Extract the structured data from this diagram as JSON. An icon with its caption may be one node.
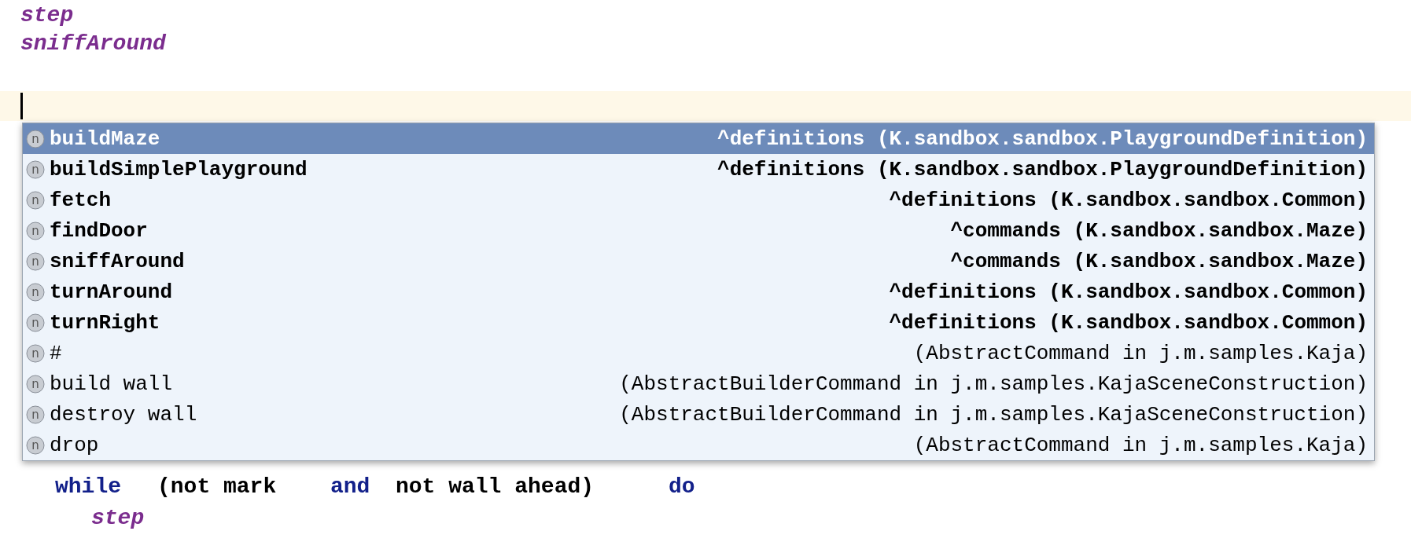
{
  "diagram": {
    "labels": [
      "step",
      "sniffAround",
      "n",
      "buildMaze",
      "^definitions (K.sandbox.sandbox.PlaygroundDefinition)",
      "n",
      "buildSimplePlayground",
      "^definitions (K.sandbox.sandbox.PlaygroundDefinition)",
      "n",
      "fetch",
      "^definitions (K.sandbox.sandbox.Common)",
      "n",
      "findDoor",
      "^commands (K.sandbox.sandbox.Maze)",
      "n",
      "sniffAround",
      "^commands (K.sandbox.sandbox.Maze)",
      "n",
      "turnAround",
      "^definitions (K.sandbox.sandbox.Common)",
      "n",
      "turnRight",
      "^definitions (K.sandbox.sandbox.Common)",
      "n",
      "#",
      "(AbstractCommand in j.m.samples.Kaja)",
      "n",
      "build wall",
      "(AbstractBuilderCommand in j.m.samples.KajaSceneConstruction)",
      "n",
      "destroy wall",
      "(AbstractBuilderCommand in j.m.samples.KajaSceneConstruction)",
      "n",
      "drop",
      "(AbstractCommand in j.m.samples.Kaja)",
      "while",
      "(not mark",
      "and",
      "not wall ahead)",
      "do",
      "step"
    ]
  }
}
